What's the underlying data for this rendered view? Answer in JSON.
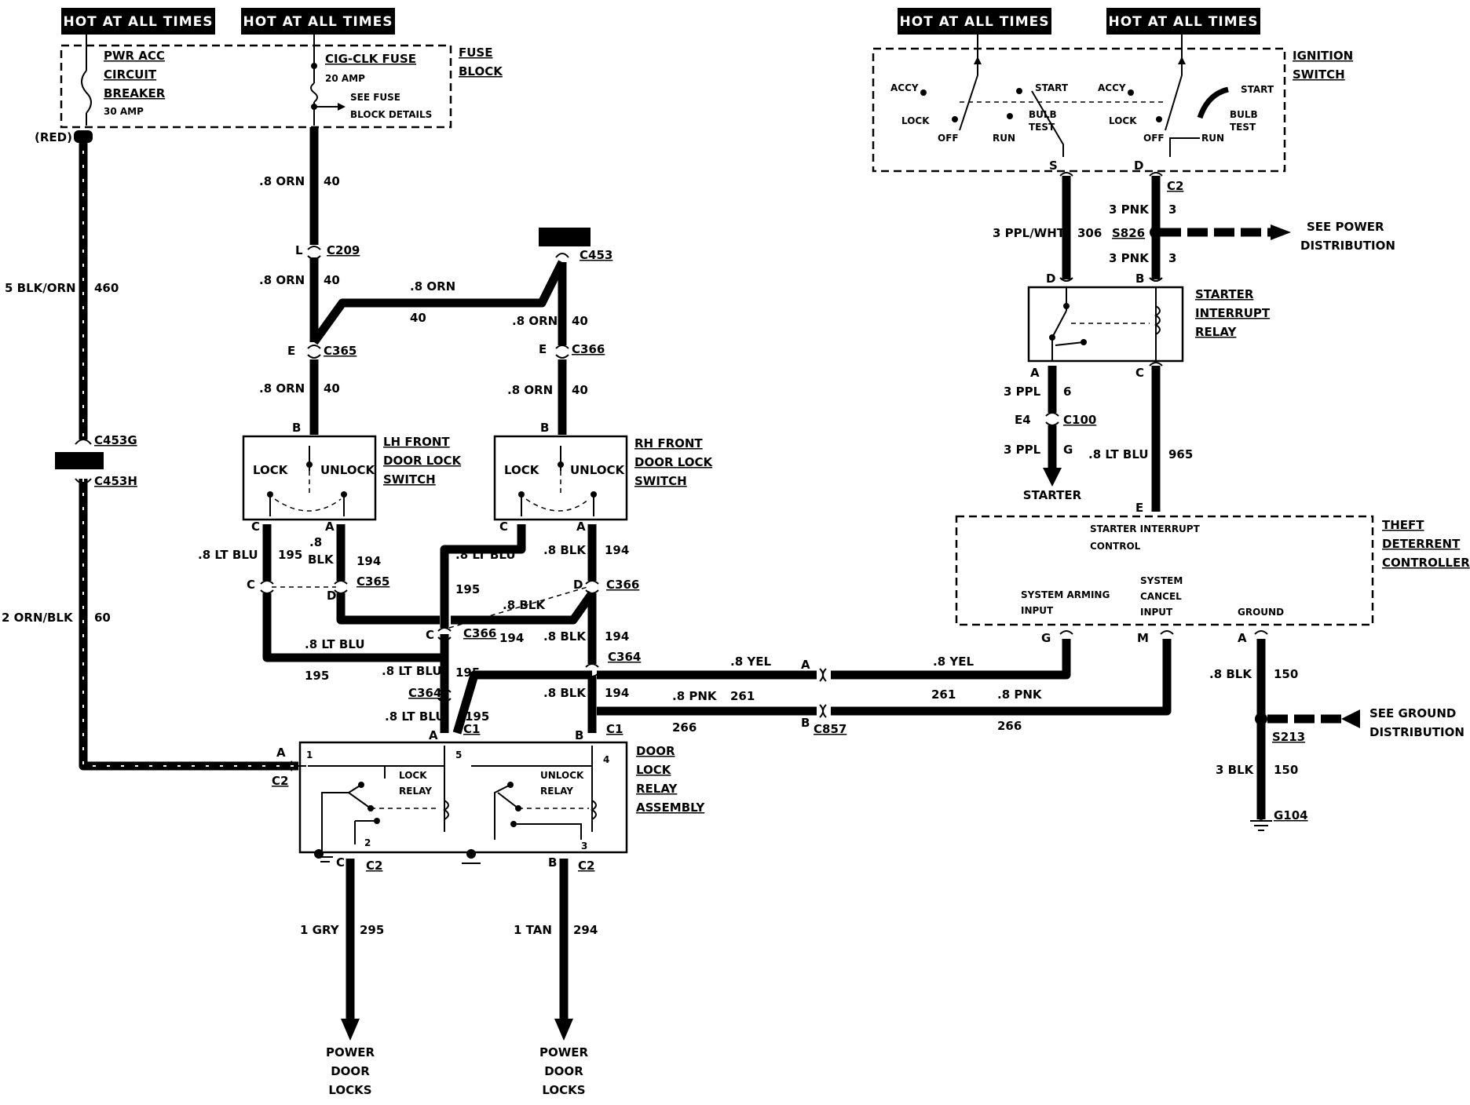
{
  "hot_labels": [
    "HOT AT ALL TIMES",
    "HOT AT ALL TIMES",
    "HOT AT ALL TIMES",
    "HOT AT ALL TIMES"
  ],
  "fuse_block": {
    "breaker_line1": "PWR ACC",
    "breaker_line2": "CIRCUIT",
    "breaker_line3": "BREAKER",
    "breaker_amp": "30 AMP",
    "fuse_name": "CIG-CLK FUSE",
    "fuse_amp": "20 AMP",
    "see_line1": "SEE FUSE",
    "see_line2": "BLOCK DETAILS",
    "label_line1": "FUSE",
    "label_line2": "BLOCK",
    "red": "(RED)"
  },
  "left_wire": {
    "upper_size": "5 BLK/ORN",
    "upper_num": "460",
    "lower_size": "2 ORN/BLK",
    "lower_num": "60",
    "conn_g": "C453G",
    "conn_h": "C453H"
  },
  "orn_circuit": {
    "size": ".8 ORN",
    "num": "40",
    "c209": "C209",
    "c209_pin": "L",
    "c365": "C365",
    "c365_pin": "E",
    "c453": "C453",
    "c366": "C366",
    "c366_pin": "E"
  },
  "lh_switch": {
    "line1": "LH FRONT",
    "line2": "DOOR LOCK",
    "line3": "SWITCH",
    "lock": "LOCK",
    "unlock": "UNLOCK",
    "pin_b": "B",
    "pin_c": "C",
    "pin_a": "A"
  },
  "rh_switch": {
    "line1": "RH FRONT",
    "line2": "DOOR LOCK",
    "line3": "SWITCH",
    "lock": "LOCK",
    "unlock": "UNLOCK",
    "pin_b": "B",
    "pin_c": "C",
    "pin_a": "A"
  },
  "mid_wires": {
    "ltblu": ".8 LT BLU",
    "ltblu_num": "195",
    "blk": ".8 BLK",
    "blk_num": "194",
    "blk_split1": ".8",
    "blk_split2": "BLK",
    "c365": "C365",
    "c366": "C366",
    "c364": "C364",
    "c1": "C1",
    "pin_c": "C",
    "pin_d": "D",
    "pin_a": "A",
    "pin_b": "B"
  },
  "relay_assembly": {
    "line1": "DOOR",
    "line2": "LOCK",
    "line3": "RELAY",
    "line4": "ASSEMBLY",
    "lock_relay1": "LOCK",
    "lock_relay2": "RELAY",
    "unlock_relay1": "UNLOCK",
    "unlock_relay2": "RELAY",
    "pin1": "1",
    "pin2": "2",
    "pin3": "3",
    "pin4": "4",
    "pin5": "5",
    "pin_a": "A",
    "pin_c": "C",
    "pin_b": "B",
    "c2": "C2"
  },
  "outputs": {
    "gry_size": "1 GRY",
    "gry_num": "295",
    "tan_size": "1 TAN",
    "tan_num": "294",
    "label1": "POWER",
    "label2": "DOOR",
    "label3": "LOCKS"
  },
  "c857": {
    "yel": ".8 YEL",
    "yel_num": "261",
    "pnk": ".8 PNK",
    "pnk_num": "261",
    "pnk_num2": "266",
    "name": "C857",
    "pin_a": "A",
    "pin_b": "B"
  },
  "ignition": {
    "label1": "IGNITION",
    "label2": "SWITCH",
    "accy": "ACCY",
    "lock": "LOCK",
    "off": "OFF",
    "run": "RUN",
    "start": "START",
    "bulb": "BULB",
    "test": "TEST",
    "pin_s": "S",
    "pin_d": "D",
    "c2": "C2"
  },
  "right_wires": {
    "ppl_wht": "3 PPL/WHT",
    "ppl_wht_num": "306",
    "pnk": "3 PNK",
    "pnk_num": "3",
    "s826": "S826",
    "see1": "SEE POWER",
    "see2": "DISTRIBUTION",
    "pin_d": "D",
    "pin_b": "B"
  },
  "starter_relay": {
    "line1": "STARTER",
    "line2": "INTERRUPT",
    "line3": "RELAY",
    "pin_a": "A",
    "pin_c": "C"
  },
  "starter_wires": {
    "ppl": "3 PPL",
    "ppl_num": "6",
    "e4": "E4",
    "c100": "C100",
    "g": "G",
    "starter": "STARTER",
    "ltblu": ".8 LT BLU",
    "ltblu_num": "965",
    "pin_e": "E"
  },
  "theft": {
    "line1": "THEFT",
    "line2": "DETERRENT",
    "line3": "CONTROLLER",
    "sic1": "STARTER INTERRUPT",
    "sic2": "CONTROL",
    "arm1": "SYSTEM ARMING",
    "arm2": "INPUT",
    "cancel1": "SYSTEM",
    "cancel2": "CANCEL",
    "cancel3": "INPUT",
    "ground": "GROUND",
    "pin_g": "G",
    "pin_m": "M",
    "pin_a": "A"
  },
  "ground": {
    "blk8": ".8 BLK",
    "num": "150",
    "s213": "S213",
    "blk3": "3 BLK",
    "g104": "G104",
    "see1": "SEE GROUND",
    "see2": "DISTRIBUTION"
  }
}
